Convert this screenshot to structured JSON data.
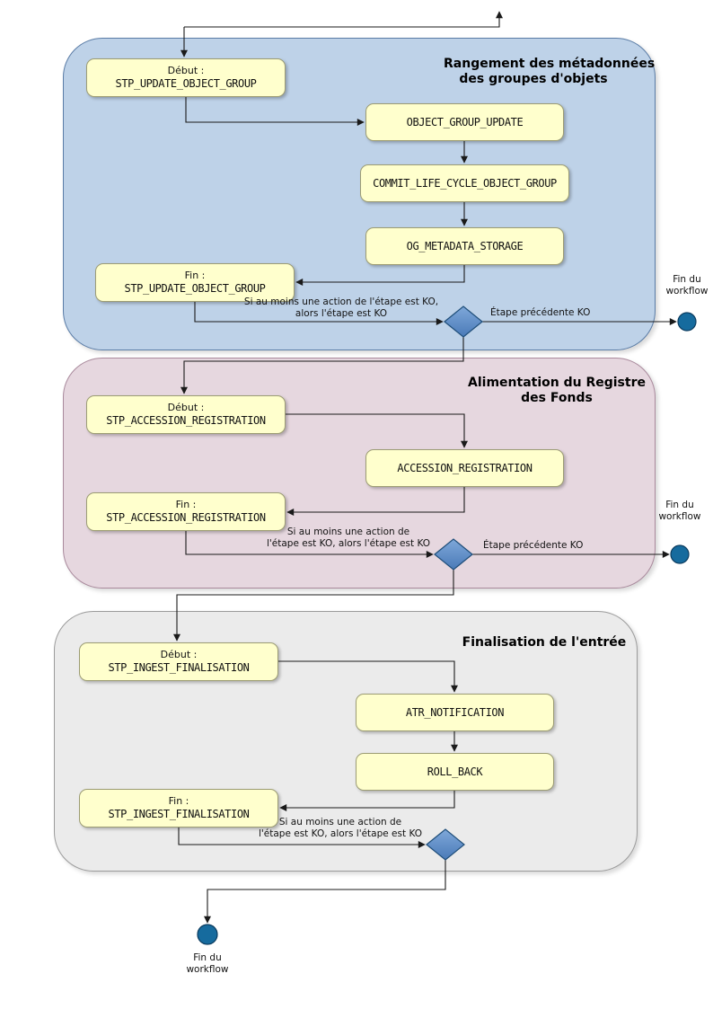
{
  "colors": {
    "section1_fill": "#bed2e8",
    "section1_border": "#5a7ca6",
    "section2_fill": "#e6d7df",
    "section2_border": "#a9899c",
    "section3_fill": "#ebebeb",
    "section3_border": "#9b9b9b",
    "activity_fill": "#ffffcd",
    "activity_border": "#9c9c74",
    "diamond_fill_light": "#7fa8d9",
    "diamond_fill": "#4a7ab8",
    "diamond_border": "#1f4e79",
    "terminal_fill": "#166b9e",
    "terminal_border": "#0c3c5f"
  },
  "sections": [
    {
      "title_line1": "Rangement des métadonnées",
      "title_line2": "des groupes d'objets",
      "start_label": "Début :",
      "start_name": "STP_UPDATE_OBJECT_GROUP",
      "steps": [
        "OBJECT_GROUP_UPDATE",
        "COMMIT_LIFE_CYCLE_OBJECT_GROUP",
        "OG_METADATA_STORAGE"
      ],
      "end_label": "Fin :",
      "end_name": "STP_UPDATE_OBJECT_GROUP",
      "ko_note_line1": "Si au moins une action de l'étape est KO,",
      "ko_note_line2": "alors l'étape est KO",
      "ko_edge_label": "Étape précédente KO",
      "terminal_line1": "Fin du",
      "terminal_line2": "workflow"
    },
    {
      "title_line1": "Alimentation du Registre",
      "title_line2": "des Fonds",
      "start_label": "Début :",
      "start_name": "STP_ACCESSION_REGISTRATION",
      "steps": [
        "ACCESSION_REGISTRATION"
      ],
      "end_label": "Fin :",
      "end_name": "STP_ACCESSION_REGISTRATION",
      "ko_note_line1": "Si au moins une action de",
      "ko_note_line2": "l'étape est KO, alors l'étape est KO",
      "ko_edge_label": "Étape précédente KO",
      "terminal_line1": "Fin du",
      "terminal_line2": "workflow"
    },
    {
      "title_line1": "Finalisation de l'entrée",
      "start_label": "Début :",
      "start_name": "STP_INGEST_FINALISATION",
      "steps": [
        "ATR_NOTIFICATION",
        "ROLL_BACK"
      ],
      "end_label": "Fin :",
      "end_name": "STP_INGEST_FINALISATION",
      "ko_note_line1": "Si au moins une action de",
      "ko_note_line2": "l'étape est KO, alors l'étape est KO",
      "terminal_line1": "Fin du",
      "terminal_line2": "workflow"
    }
  ]
}
